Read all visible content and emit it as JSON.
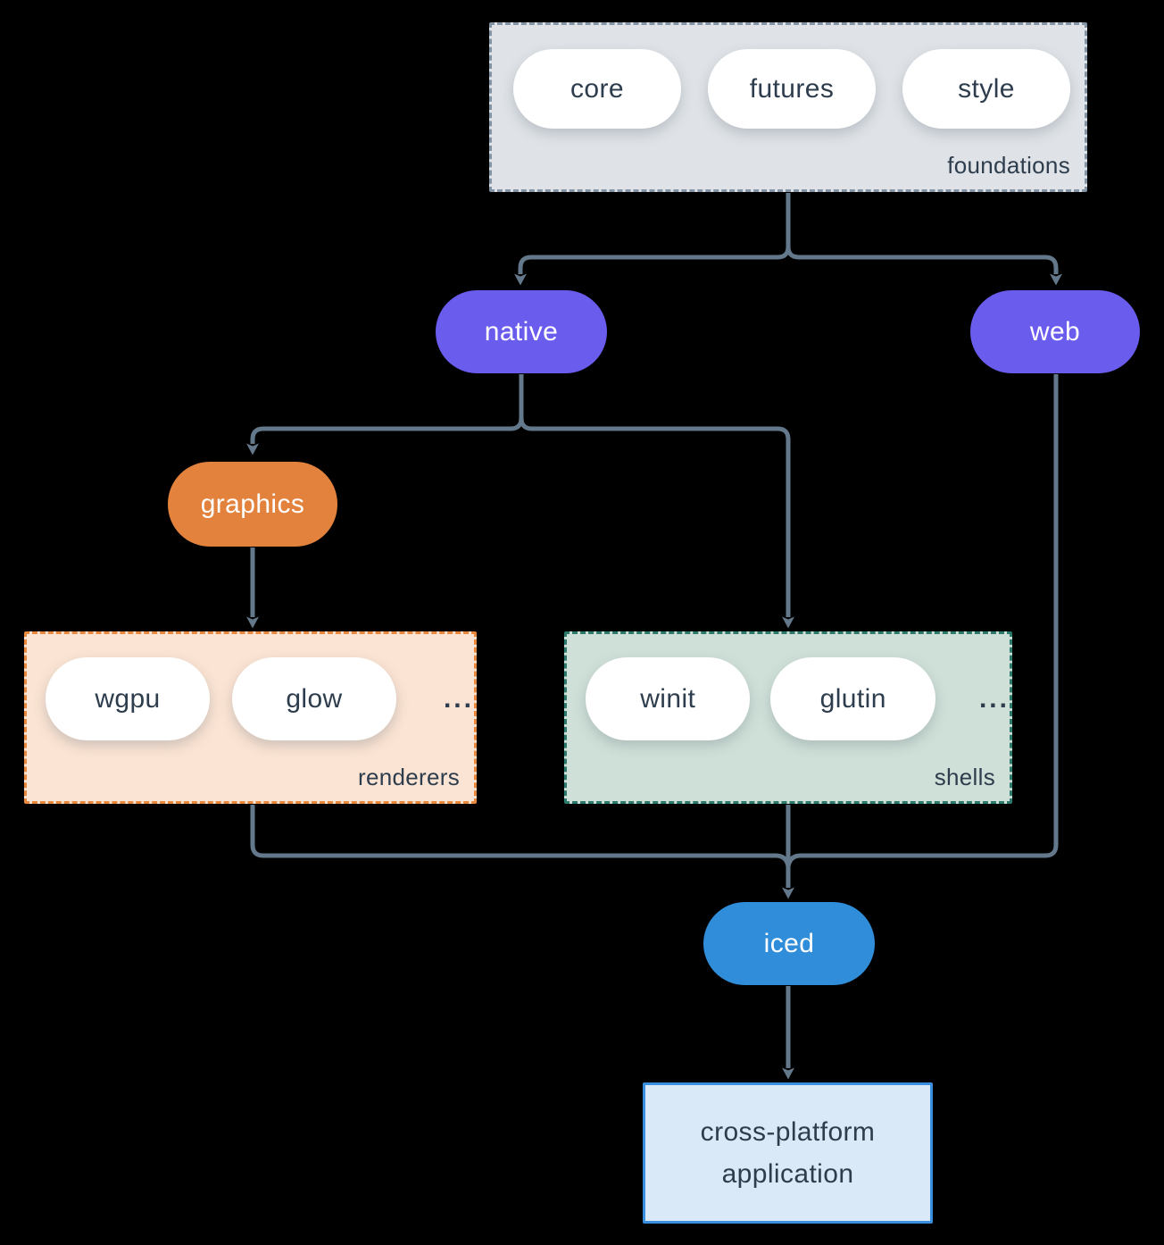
{
  "diagram": {
    "background": "#000000",
    "edge_color": "#64788c",
    "foundations": {
      "label": "foundations",
      "fill": "#dfe3e7",
      "border": "#8494a4",
      "pills": [
        "core",
        "futures",
        "style"
      ]
    },
    "native": {
      "label": "native",
      "fill": "#6a5cec"
    },
    "web": {
      "label": "web",
      "fill": "#6a5cec"
    },
    "graphics": {
      "label": "graphics",
      "fill": "#e2823d"
    },
    "renderers": {
      "label": "renderers",
      "fill": "#fbe4d3",
      "border": "#e8883f",
      "pills": [
        "wgpu",
        "glow"
      ],
      "ellipsis": "..."
    },
    "shells": {
      "label": "shells",
      "fill": "#cfe0d8",
      "border": "#2c7a6b",
      "pills": [
        "winit",
        "glutin"
      ],
      "ellipsis": "..."
    },
    "iced": {
      "label": "iced",
      "fill": "#2f8dda"
    },
    "application": {
      "label": "cross-platform application",
      "fill": "#d9e9f8",
      "border": "#3a8ee0"
    }
  }
}
